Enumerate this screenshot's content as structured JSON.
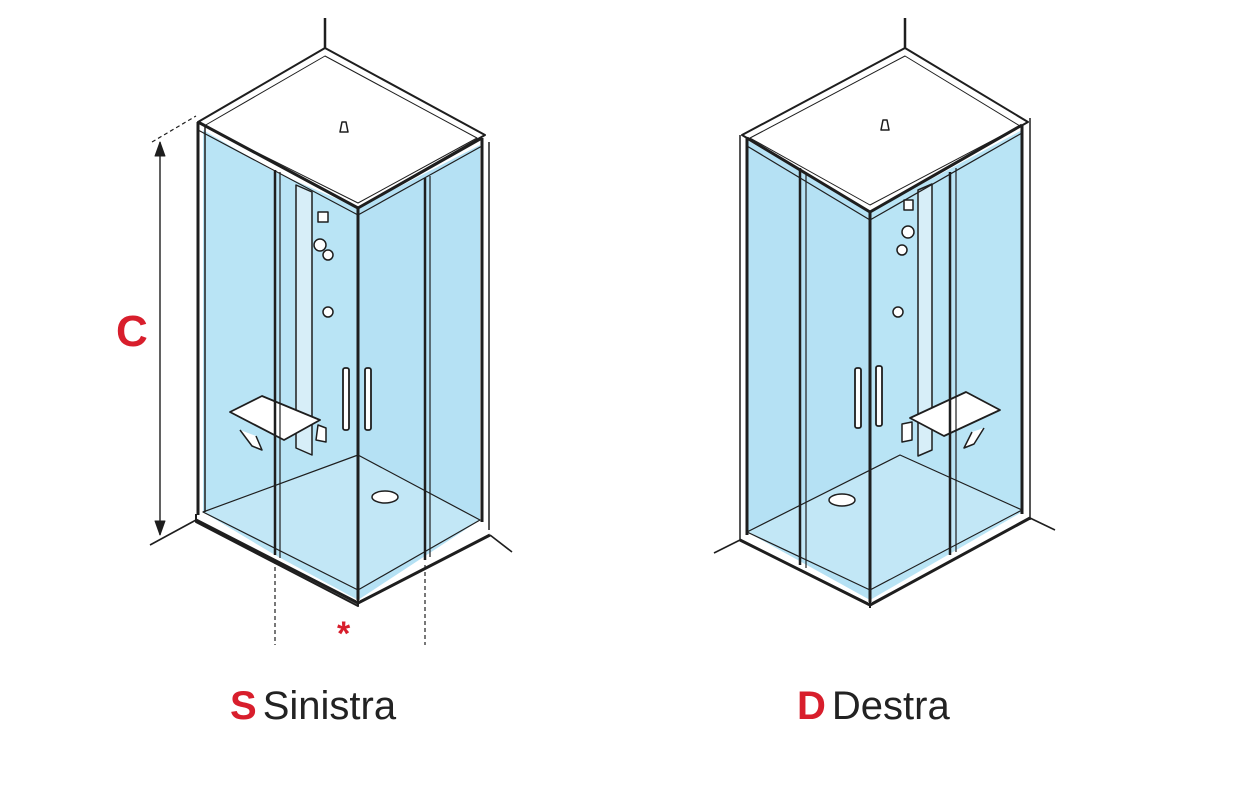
{
  "colors": {
    "accent_red": "#d81e2c",
    "glass": "#b9e4f5",
    "glass_dark": "#a6d8ee",
    "frame": "#1e1e1e",
    "text": "#222222"
  },
  "dimension_label": "C",
  "asterisk": "*",
  "variants": [
    {
      "letter": "S",
      "word": "Sinistra"
    },
    {
      "letter": "D",
      "word": "Destra"
    }
  ]
}
